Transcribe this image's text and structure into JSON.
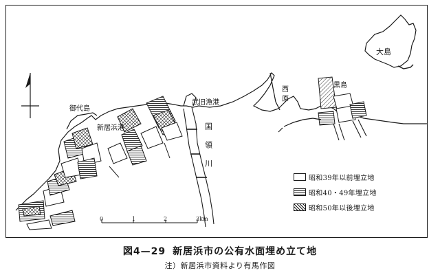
{
  "caption": {
    "figure_number": "図4—29",
    "title": "新居浜市の公有水面埋め立て地",
    "note": "注）新居浜市資料より有馬作図"
  },
  "place_labels": {
    "ohshima": "大島",
    "gotaishima": "御代島",
    "niihama_port": "新居浜港",
    "takehara_fishing_port": "武旧漁港",
    "kokuryo_river": "国領川",
    "nishihara": "西原",
    "kurojima": "黒島"
  },
  "legend": [
    {
      "pattern": "blank",
      "label": "昭和39年以前埋立地"
    },
    {
      "pattern": "horizontal-hatch",
      "label": "昭和40・49年埋立地"
    },
    {
      "pattern": "diagonal-hatch",
      "label": "昭和50年以後埋立地"
    }
  ],
  "scale_bar": {
    "ticks": [
      "0",
      "1",
      "2",
      "3km"
    ]
  },
  "colors": {
    "ink": "#1a1a1a",
    "paper": "#ffffff"
  }
}
